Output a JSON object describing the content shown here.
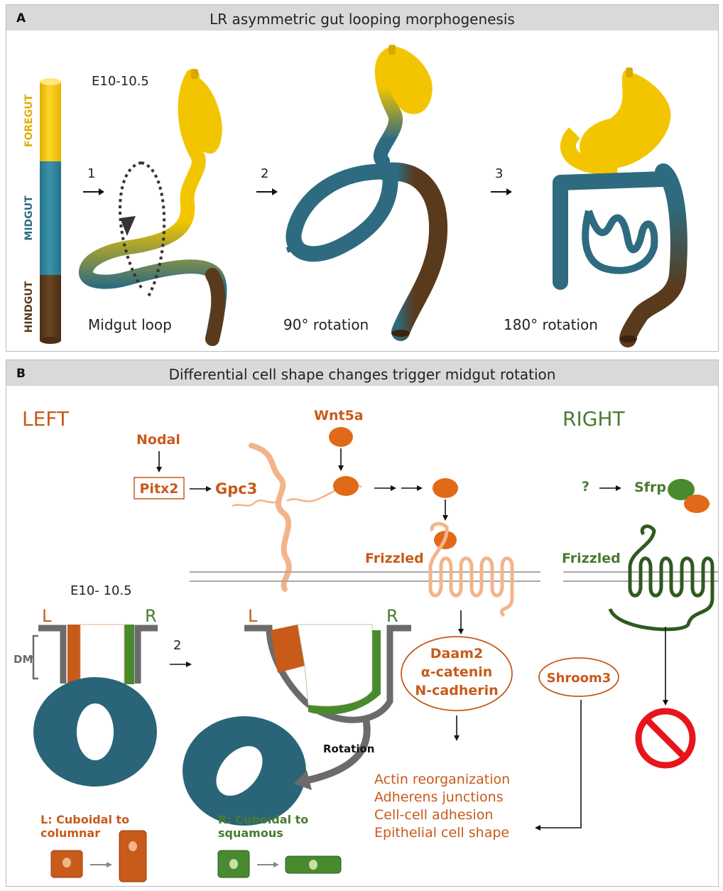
{
  "panel_a": {
    "letter": "A",
    "title": "LR asymmetric gut looping morphogenesis",
    "segments": [
      "FOREGUT",
      "MIDGUT",
      "HINDGUT"
    ],
    "stage": "E10-10.5",
    "steps": [
      "1",
      "2",
      "3"
    ],
    "captions": [
      "Midgut loop",
      "90° rotation",
      "180° rotation"
    ]
  },
  "panel_b": {
    "letter": "B",
    "title": "Differential cell shape changes trigger midgut rotation",
    "left_label": "LEFT",
    "right_label": "RIGHT",
    "nodal": "Nodal",
    "pitx2": "Pitx2",
    "gpc3": "Gpc3",
    "wnt5a": "Wnt5a",
    "frizzled_left": "Frizzled",
    "question": "?",
    "sfrp": "Sfrp",
    "frizzled_right": "Frizzled",
    "stage": "E10- 10.5",
    "l1": "L",
    "r1": "R",
    "l2": "L",
    "r2": "R",
    "dm": "DM",
    "step": "2",
    "rotation": "Rotation",
    "complex": [
      "Daam2",
      "α-catenin",
      "N-cadherin"
    ],
    "shroom": "Shroom3",
    "outcomes": [
      "Actin reorganization",
      "Adherens junctions",
      "Cell-cell adhesion",
      "Epithelial cell shape"
    ],
    "left_change": [
      "L: Cuboidal to",
      "columnar"
    ],
    "right_change": [
      "R: Cuboidal to",
      "squamous"
    ]
  },
  "colors": {
    "orange": "#c85a1a",
    "wnt_orange": "#e06a18",
    "green": "#4a7a32",
    "dark_green": "#2f5a1e",
    "teal": "#2e6b80",
    "yellow": "#f3c500",
    "brown": "#5a3a1c",
    "peach": "#f3b48a"
  }
}
